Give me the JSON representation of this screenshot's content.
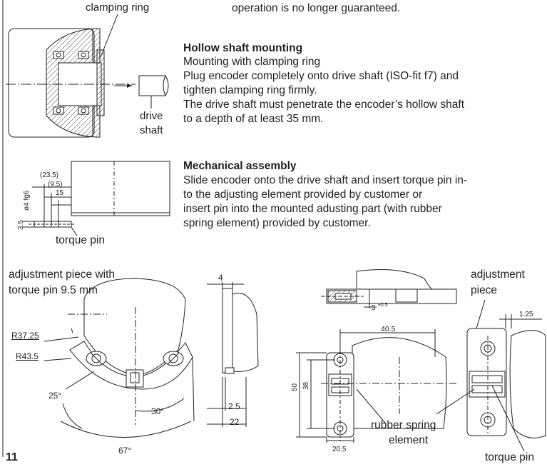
{
  "top": {
    "label_clamping_ring": "clamping ring",
    "line_no_longer": "operation is no longer guaranteed."
  },
  "hollow": {
    "heading": "Hollow shaft mounting",
    "lines": [
      "Mounting with clamping ring",
      "Plug encoder completely onto drive shaft (ISO-fit f7) and",
      "tighten clamping ring firmly.",
      "The drive shaft must penetrate the encoder’s hollow shaft",
      "to a depth of at least 35 mm."
    ],
    "label_drive": "drive",
    "label_shaft": "shaft"
  },
  "mech": {
    "heading": "Mechanical assembly",
    "lines": [
      "Slide encoder onto the drive shaft and insert torque pin in-",
      "to the adjusting element provided by customer or",
      "insert pin into the mounted adusting part (with rubber",
      "spring element) provided by customer."
    ],
    "label_torque_pin": "torque pin",
    "dims": {
      "d235": "(23.5)",
      "d95": "(9.5)",
      "d15": "15",
      "d4fg6": "ø4 fg6",
      "d35": "3.5"
    }
  },
  "bottom": {
    "adj_title_1": "adjustment piece with",
    "adj_title_2": "torque pin 9.5 mm",
    "r3725": "R37.25",
    "r435": "R43.5",
    "a25": "25°",
    "a30": "30°",
    "a67": "67°",
    "side_4": "4",
    "side_25": "2.5",
    "side_22": "22",
    "tr_5": "5",
    "tr_tol": "±0.5",
    "d405": "40.5",
    "d50": "50",
    "d38": "38",
    "d205": "20.5",
    "rubber_1": "rubber spring",
    "rubber_2": "element",
    "adj_piece_1": "adjustment",
    "adj_piece_2": "piece",
    "d125": "1.25",
    "torque_pin": "torque pin"
  },
  "page_number": "11"
}
